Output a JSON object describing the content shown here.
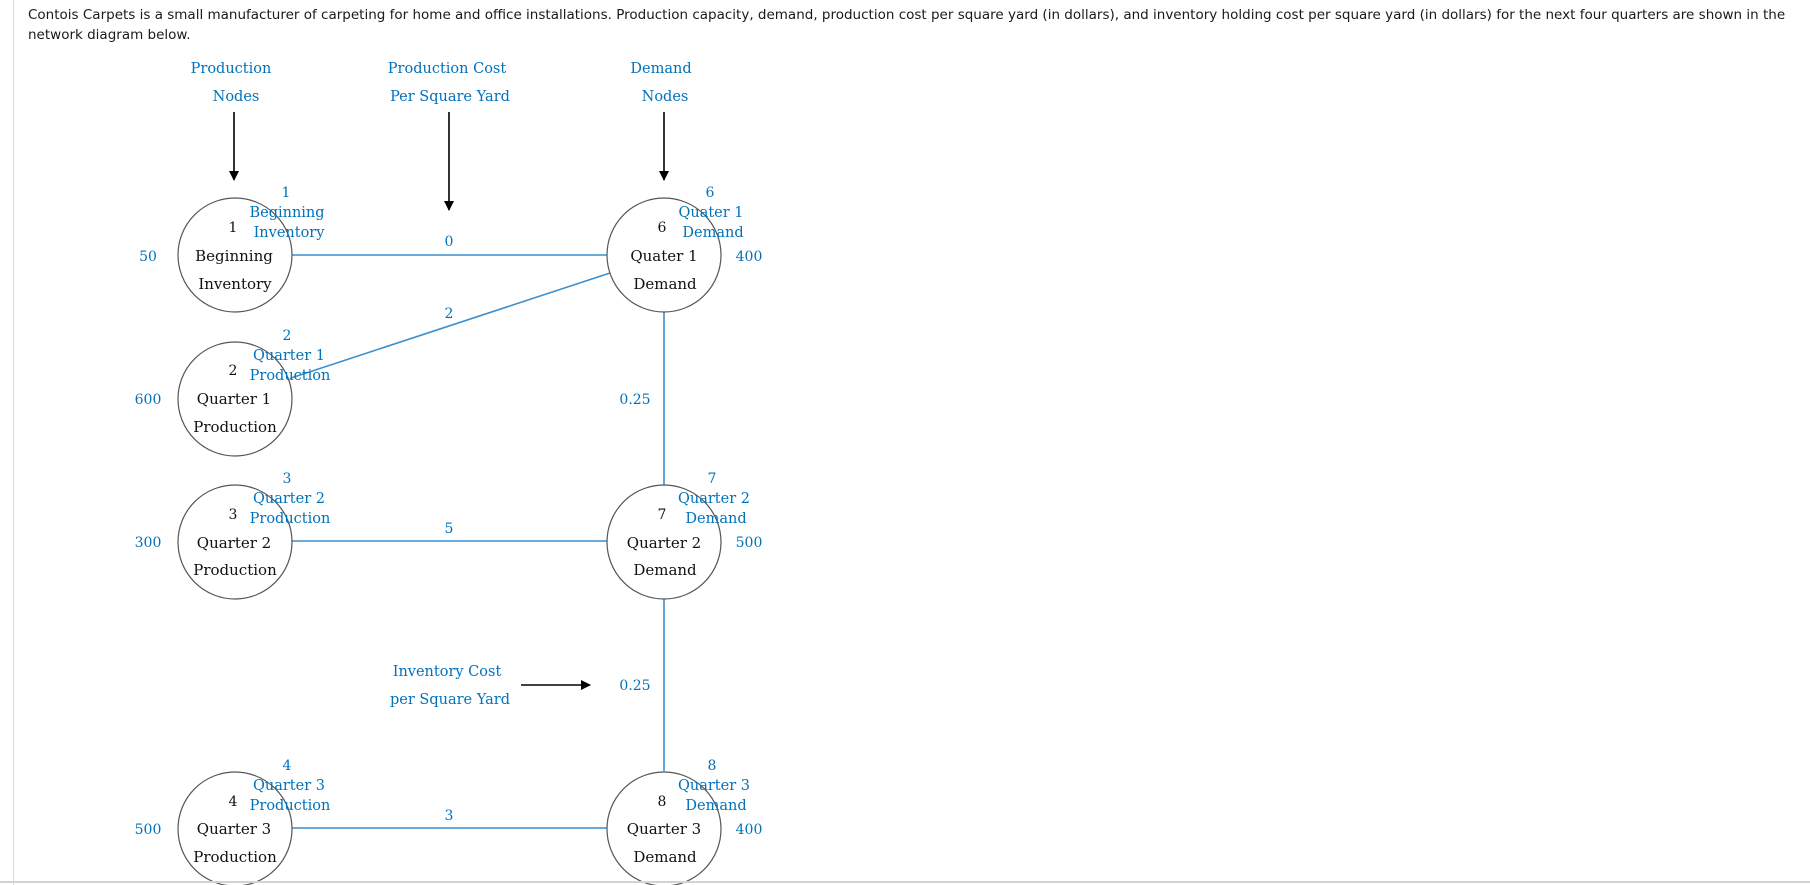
{
  "intro_text": "Contois Carpets is a small manufacturer of carpeting for home and office installations. Production capacity, demand, production cost per square yard (in dollars), and inventory holding cost per square yard (in dollars) for the next four quarters are shown in the network diagram below.",
  "headers": {
    "production_nodes": [
      "Production",
      "Nodes"
    ],
    "production_cost": [
      "Production Cost",
      "Per Square Yard"
    ],
    "demand_nodes": [
      "Demand",
      "Nodes"
    ],
    "inventory_cost": [
      "Inventory Cost",
      "per Square Yard"
    ]
  },
  "supply_nodes": [
    {
      "id": "1",
      "label": [
        "Beginning",
        "Inventory"
      ],
      "callout": [
        "1",
        "Beginning",
        "Inventory"
      ],
      "supply": "50"
    },
    {
      "id": "2",
      "label": [
        "Quarter 1",
        "Production"
      ],
      "callout": [
        "2",
        "Quarter 1",
        "Production"
      ],
      "supply": "600"
    },
    {
      "id": "3",
      "label": [
        "Quarter 2",
        "Production"
      ],
      "callout": [
        "3",
        "Quarter 2",
        "Production"
      ],
      "supply": "300"
    },
    {
      "id": "4",
      "label": [
        "Quarter 3",
        "Production"
      ],
      "callout": [
        "4",
        "Quarter 3",
        "Production"
      ],
      "supply": "500"
    }
  ],
  "demand_nodes": [
    {
      "id": "6",
      "label": [
        "Quater 1",
        "Demand"
      ],
      "callout": [
        "6",
        "Quater 1",
        "Demand"
      ],
      "demand": "400"
    },
    {
      "id": "7",
      "label": [
        "Quarter 2",
        "Demand"
      ],
      "callout": [
        "7",
        "Quarter 2",
        "Demand"
      ],
      "demand": "500"
    },
    {
      "id": "8",
      "label": [
        "Quarter 3",
        "Demand"
      ],
      "callout": [
        "8",
        "Quarter 3",
        "Demand"
      ],
      "demand": "400"
    }
  ],
  "arc_costs": {
    "n1_n6": "0",
    "n2_n6": "2",
    "n3_n7": "5",
    "n4_n8": "3",
    "n6_n7": "0.25",
    "n7_n8": "0.25"
  },
  "colors": {
    "accent_text": "#0072bc",
    "arc_line": "#3a8fd0",
    "node_stroke": "#555555",
    "arrow": "#000000"
  }
}
